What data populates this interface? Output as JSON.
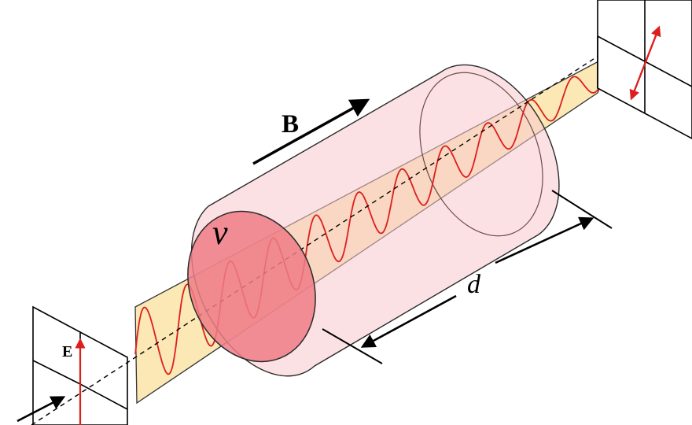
{
  "labels": {
    "field_E": "E",
    "field_B": "B",
    "medium_nu": "ν",
    "length_d": "d"
  },
  "colors": {
    "wave": "#dd1e1e",
    "ribbon_fill": "#fbe7b1",
    "ribbon_stroke": "#2a2a2a",
    "cylinder_body": "#f8c8ce",
    "cylinder_face": "#ef7c86",
    "frame_stroke": "#000000",
    "axis": "#000000"
  }
}
